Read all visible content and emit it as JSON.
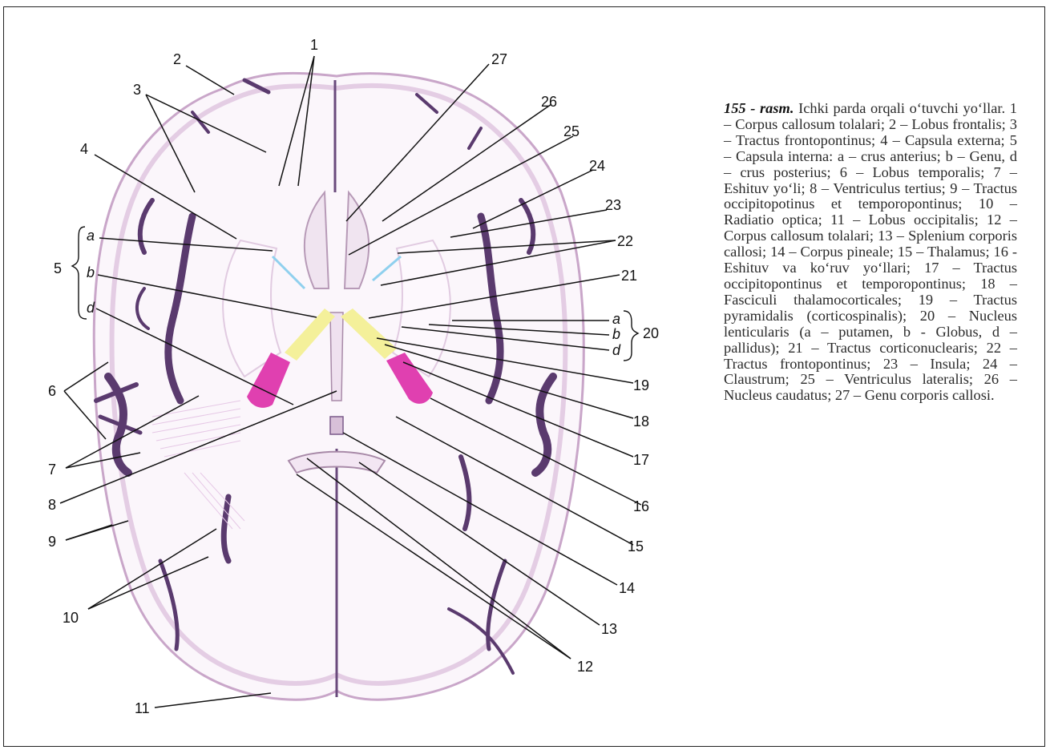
{
  "caption": {
    "figure_number": "155 - rasm.",
    "title": "Ichki parda orqali o‘tuvchi yo‘llar.",
    "body": "1 – Corpus callosum tolalari; 2 – Lobus frontalis; 3 – Tractus frontopontinus; 4 – Capsula externa; 5 – Capsula interna: a – crus anterius; b – Genu, d – crus posterius; 6 – Lobus temporalis; 7 – Eshituv yo‘li; 8 – Ventriculus tertius; 9 – Tractus occipitopotinus et temporopontinus; 10 – Radiatio optica; 11 – Lobus occipitalis; 12 – Corpus callosum tolalari; 13 – Splenium corporis callosi; 14 – Corpus pineale; 15 – Thalamus; 16 - Eshituv va ko‘ruv yo‘llari; 17 – Tractus occipitopontinus et temporopontinus; 18 – Fasciculi thalamocorticales; 19 – Tractus pyramidalis (corticospinalis); 20 – Nucleus lenticularis (a – putamen, b - Globus, d – pallidus); 21 – Tractus corticonuclearis; 22 – Tractus frontopontinus; 23 – Insula; 24 – Claustrum; 25 – Ventriculus lateralis; 26 – Nucleus caudatus; 27 – Genu corporis callosi."
  },
  "labels": {
    "n1": "1",
    "n2": "2",
    "n3": "3",
    "n4": "4",
    "n5": "5",
    "n6": "6",
    "n7": "7",
    "n8": "8",
    "n9": "9",
    "n10": "10",
    "n11": "11",
    "n12": "12",
    "n13": "13",
    "n14": "14",
    "n15": "15",
    "n16": "16",
    "n17": "17",
    "n18": "18",
    "n19": "19",
    "n20": "20",
    "n21": "21",
    "n22": "22",
    "n23": "23",
    "n24": "24",
    "n25": "25",
    "n26": "26",
    "n27": "27",
    "left_a": "a",
    "left_b": "b",
    "left_d": "d",
    "right_a": "a",
    "right_b": "b",
    "right_d": "d"
  },
  "colors": {
    "tissue_dark": "#5a3a6e",
    "tissue_light": "#d9b7d8",
    "internal_capsule_posterior": "#e040b0",
    "genu_yellow": "#f4f09a",
    "anterior_limb_blue": "#8fd0ee",
    "leader_line": "#111111"
  }
}
